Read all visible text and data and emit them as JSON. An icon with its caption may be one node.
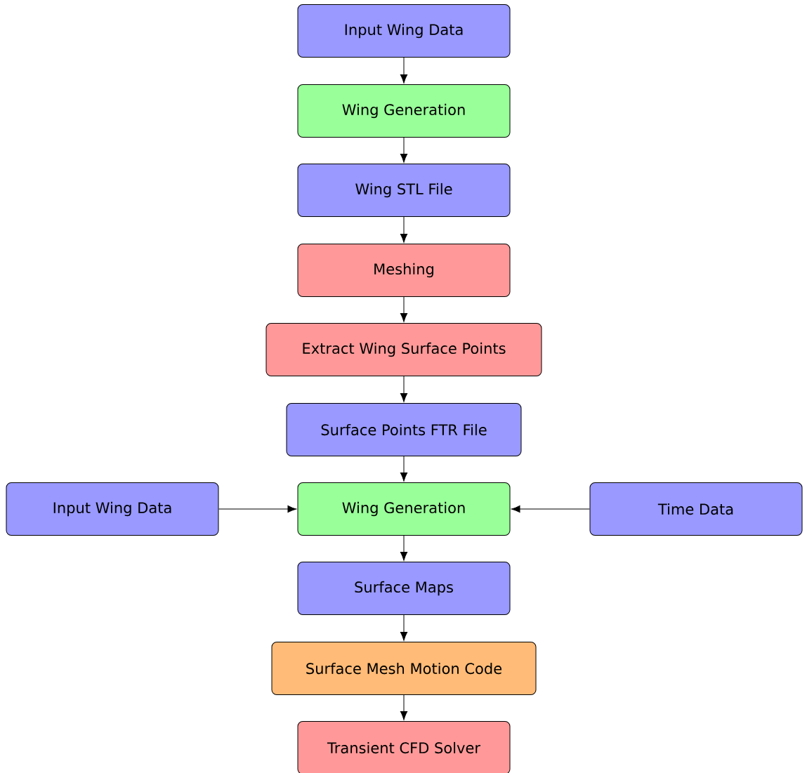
{
  "diagram": {
    "nodes": [
      {
        "text": [
          "Input Wing Data"
        ]
      },
      {
        "text": [
          "Wing Generation"
        ]
      },
      {
        "text": [
          "Wing STL File"
        ]
      },
      {
        "text": [
          "Meshing"
        ]
      },
      {
        "text": [
          "Extract Wing Surface Points"
        ]
      },
      {
        "text": [
          "Surface Points FTR File"
        ]
      },
      {
        "text": [
          "Input Wing Data"
        ]
      },
      {
        "text": [
          "Wing Generation"
        ]
      },
      {
        "text": [
          "Time Data"
        ]
      },
      {
        "text": [
          "Surface Maps"
        ]
      },
      {
        "text": [
          "Surface Mesh Motion Code"
        ]
      },
      {
        "text": [
          "Transient CFD Solver"
        ]
      }
    ],
    "edges": [
      {
        "from": 0,
        "to": 1,
        "arrow": "to"
      },
      {
        "from": 1,
        "to": 2,
        "arrow": "to"
      },
      {
        "from": 2,
        "to": 3,
        "arrow": "to"
      },
      {
        "from": 3,
        "to": 4,
        "arrow": "to"
      },
      {
        "from": 4,
        "to": 5,
        "arrow": "to"
      },
      {
        "from": 5,
        "to": 7,
        "arrow": "to"
      },
      {
        "from": 6,
        "to": 7,
        "arrow": "to"
      },
      {
        "from": 8,
        "to": 7,
        "arrow": "to"
      },
      {
        "from": 7,
        "to": 9,
        "arrow": "to"
      },
      {
        "from": 9,
        "to": 10,
        "arrow": "to"
      },
      {
        "from": 10,
        "to": 11,
        "arrow": "to"
      }
    ]
  }
}
